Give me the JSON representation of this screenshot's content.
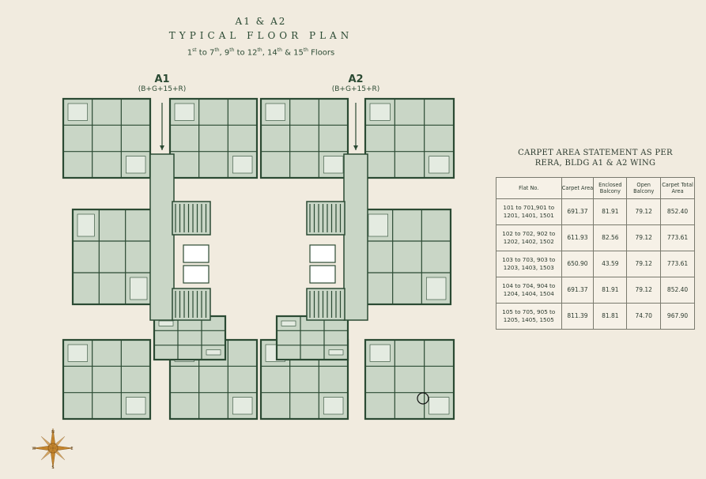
{
  "header": {
    "line1": "A1 & A2",
    "line2": "TYPICAL FLOOR PLAN",
    "floors": {
      "p1": "1",
      "s1": "st",
      "p2": " to 7",
      "s2": "th",
      "p3": ",  9",
      "s3": "th",
      "p4": " to 12",
      "s4": "th",
      "p5": ",  14",
      "s5": "th",
      "p6": " & 15",
      "s6": "th",
      "p7": " Floors"
    }
  },
  "wings": [
    {
      "name": "A1",
      "sub": "(B+G+15+R)"
    },
    {
      "name": "A2",
      "sub": "(B+G+15+R)"
    }
  ],
  "area_statement": {
    "title_line1": "CARPET AREA STATEMENT AS PER",
    "title_line2": "RERA, BLDG A1 & A2 WING",
    "headers": [
      "Flat No.",
      "Carpet Area",
      "Enclosed Balcony",
      "Open Balcony",
      "Carpet Total Area"
    ],
    "rows": [
      {
        "flat": "101 to 701,901 to 1201, 1401, 1501",
        "carpet": "691.37",
        "enclosed": "81.91",
        "open": "79.12",
        "total": "852.40"
      },
      {
        "flat": "102 to 702, 902 to 1202, 1402, 1502",
        "carpet": "611.93",
        "enclosed": "82.56",
        "open": "79.12",
        "total": "773.61"
      },
      {
        "flat": "103 to 703, 903 to 1203, 1403, 1503",
        "carpet": "650.90",
        "enclosed": "43.59",
        "open": "79.12",
        "total": "773.61"
      },
      {
        "flat": "104 to 704, 904 to 1204, 1404, 1504",
        "carpet": "691.37",
        "enclosed": "81.91",
        "open": "79.12",
        "total": "852.40"
      },
      {
        "flat": "105 to 705, 905 to 1205, 1405, 1505",
        "carpet": "811.39",
        "enclosed": "81.81",
        "open": "74.70",
        "total": "967.90"
      }
    ]
  },
  "compass_letters": {
    "n": "N",
    "s": "S",
    "e": "E",
    "w": "W"
  },
  "colors": {
    "background": "#f1ebdf",
    "wall": "#2b4a33",
    "room": "#c9d6c6",
    "lift": "#ffffff"
  }
}
